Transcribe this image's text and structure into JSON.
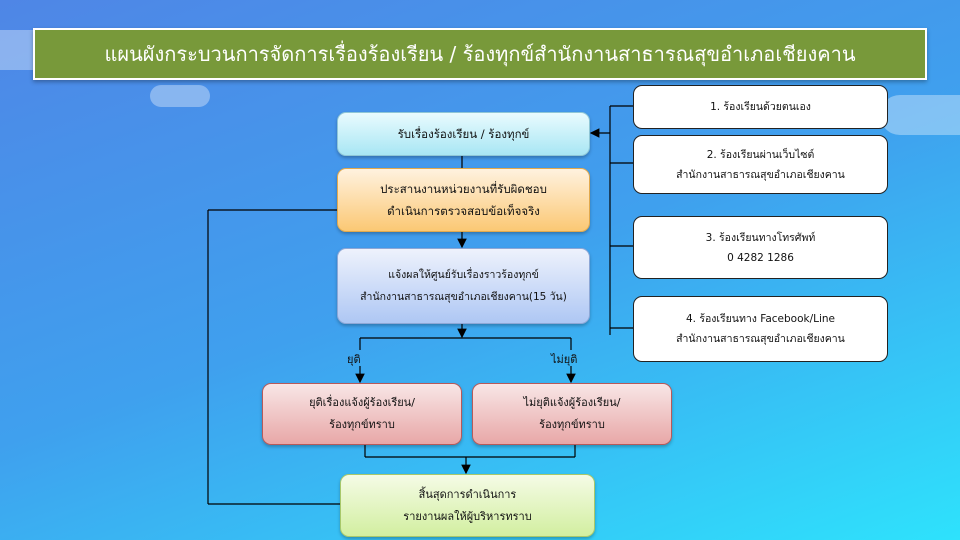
{
  "title": "แผนผังกระบวนการจัดการเรื่องร้องเรียน / ร้องทุกข์สำนักงานสาธารณสุขอำเภอเชียงคาน",
  "flow": {
    "receive": "รับเรื่องร้องเรียน / ร้องทุกข์",
    "coordinate": [
      "ประสานงานหน่วยงานที่รับผิดชอบ",
      "ดำเนินการตรวจสอบข้อเท็จจริง"
    ],
    "notify": [
      "แจ้งผลให้ศูนย์รับเรื่องราวร้องทุกข์",
      "สำนักงานสาธารณสุขอำเภอเชียงคาน(15 วัน)"
    ],
    "branch_yes": "ยุติ",
    "branch_no": "ไม่ยุติ",
    "ended": [
      "ยุติเรื่องแจ้งผู้ร้องเรียน/",
      "ร้องทุกข์ทราบ"
    ],
    "not_ended": [
      "ไม่ยุติแจ้งผู้ร้องเรียน/",
      "ร้องทุกข์ทราบ"
    ],
    "finish": [
      "สิ้นสุดการดำเนินการ",
      "รายงานผลให้ผู้บริหารทราบ"
    ]
  },
  "channels": [
    {
      "lines": [
        "1. ร้องเรียนด้วยตนเอง"
      ]
    },
    {
      "lines": [
        "2. ร้องเรียนผ่านเว็บไซต์",
        "สำนักงานสาธารณสุขอำเภอเชียงคาน"
      ]
    },
    {
      "lines": [
        "3. ร้องเรียนทางโทรศัพท์",
        "0 4282 1286"
      ]
    },
    {
      "lines": [
        "4. ร้องเรียนทาง Facebook/Line",
        "สำนักงานสาธารณสุขอำเภอเชียงคาน"
      ]
    }
  ]
}
